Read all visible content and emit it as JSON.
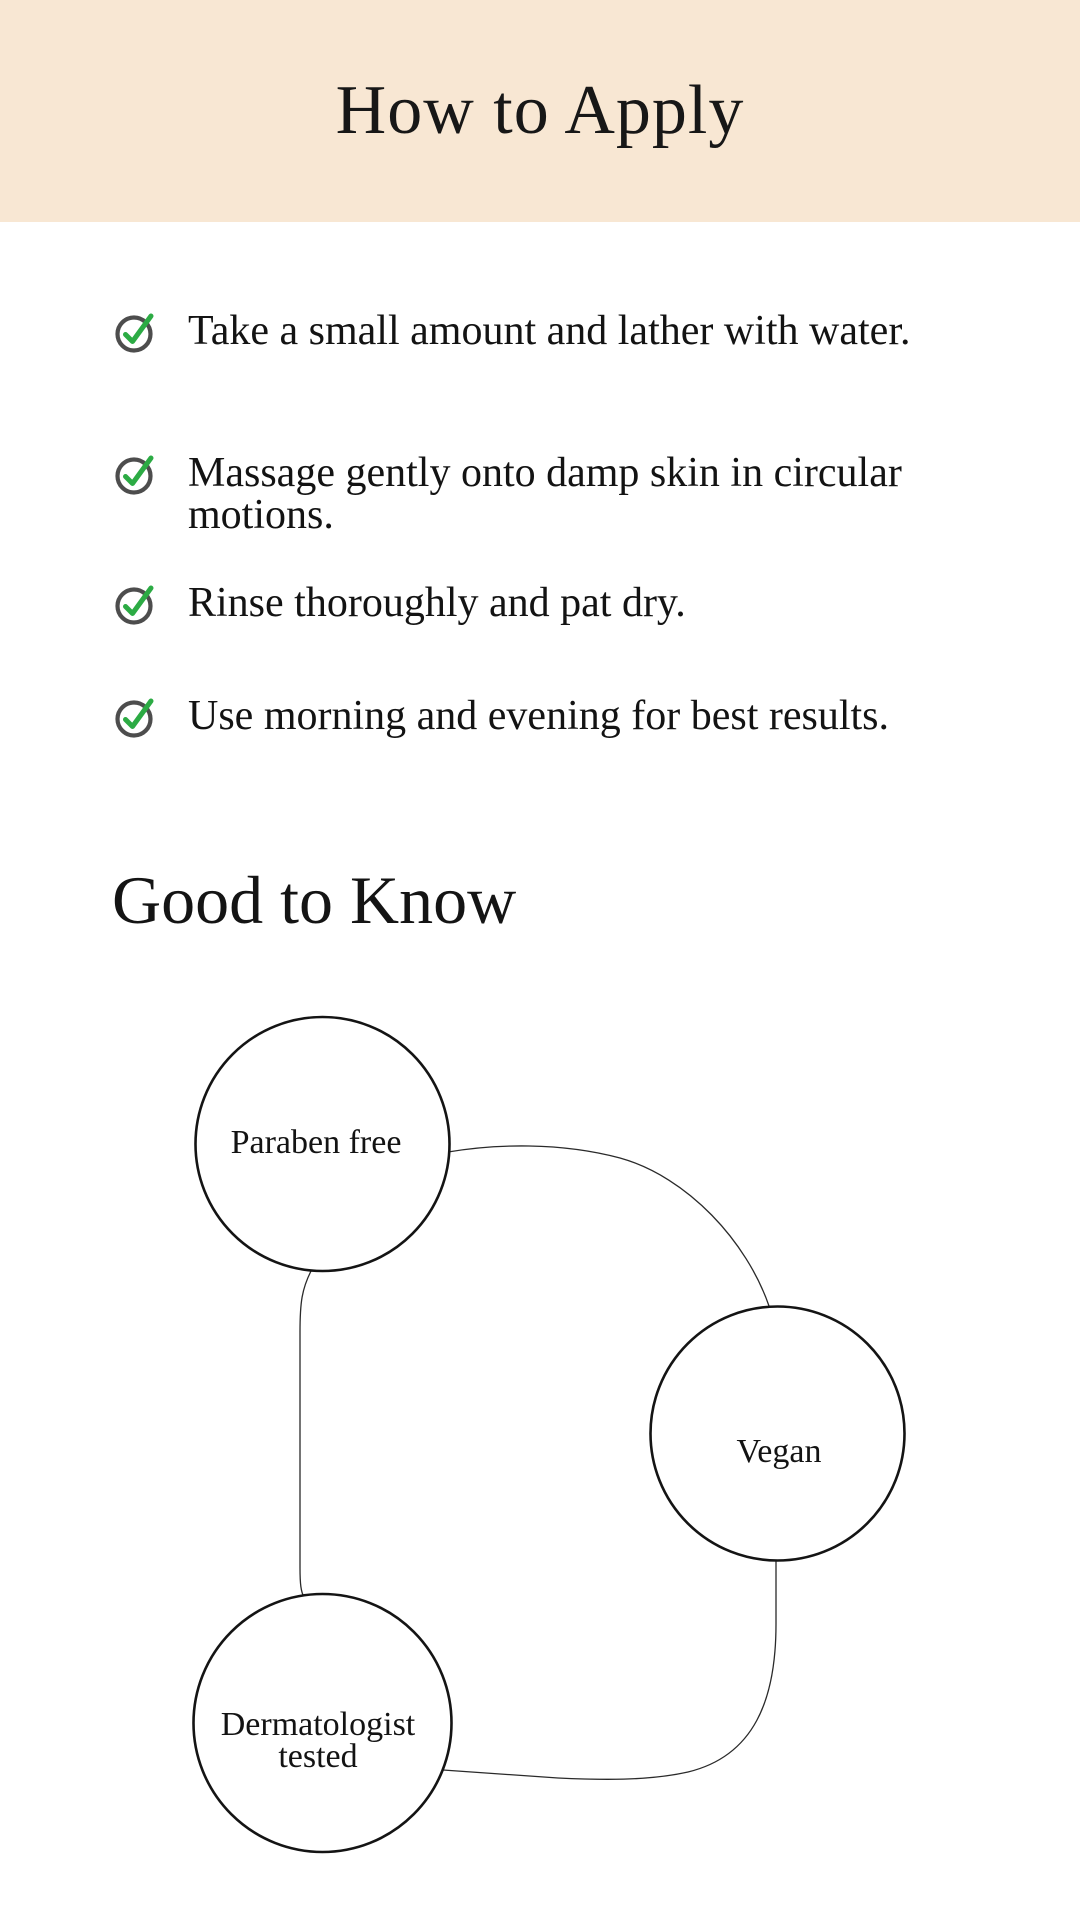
{
  "banner": {
    "title": "How to Apply",
    "background_color": "#f8e7d3"
  },
  "instructions": {
    "check_icon_name": "circle-check-icon",
    "check_color": "#2cab44",
    "ring_color": "#4d4d4d",
    "items": [
      {
        "text": "Take a small amount and lather with water."
      },
      {
        "text": "Massage gently onto damp skin in circular\nmotions."
      },
      {
        "text": "Rinse thoroughly and pat dry."
      },
      {
        "text": "Use morning and evening for best results."
      }
    ]
  },
  "good_to_know": {
    "heading": "Good to Know",
    "badges": [
      {
        "label": "Paraben free",
        "lines": [
          "Paraben free"
        ]
      },
      {
        "label": "Vegan",
        "lines": [
          "Vegan"
        ]
      },
      {
        "label": "Dermatologist tested",
        "lines": [
          "Dermatologist",
          "tested"
        ]
      }
    ]
  }
}
